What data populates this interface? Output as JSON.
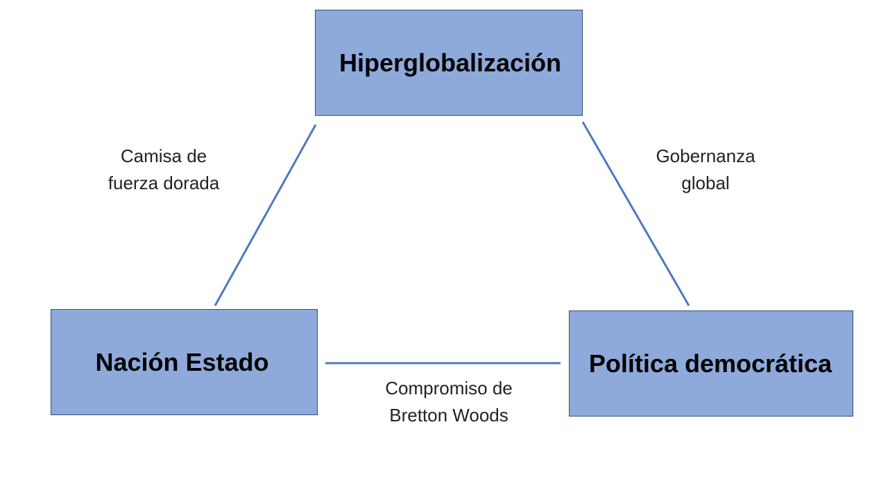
{
  "diagram": {
    "nodes": {
      "top": "Hiperglobalización",
      "left": "Nación Estado",
      "right": "Política democrática"
    },
    "edges": {
      "left": [
        "Camisa de",
        "fuerza dorada"
      ],
      "right": [
        "Gobernanza",
        "global"
      ],
      "bottom": [
        "Compromiso de",
        "Bretton Woods"
      ]
    }
  },
  "colors": {
    "node_fill": "#8eaadb",
    "node_border": "#2f4d7e",
    "connector": "#4f77bf"
  }
}
